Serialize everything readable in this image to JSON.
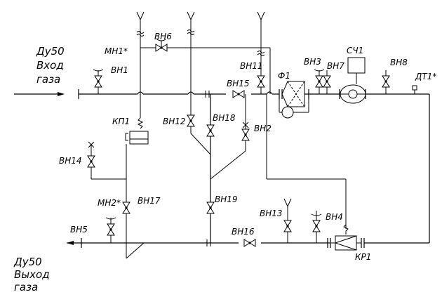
{
  "inlet": {
    "dn": "Ду50",
    "line1": "Вход",
    "line2": "газа"
  },
  "outlet": {
    "dn": "Ду50",
    "line1": "Выход",
    "line2": "газа"
  },
  "labels": {
    "vn1": "ВН1",
    "vn2": "ВН2",
    "vn3": "ВН3",
    "vn4": "ВН4",
    "vn5": "ВН5",
    "vn6": "ВН6",
    "vn7": "ВН7",
    "vn8": "ВН8",
    "vn11": "ВН11",
    "vn12": "ВН12",
    "vn13": "ВН13",
    "vn14": "ВН14",
    "vn15": "ВН15",
    "vn16": "ВН16",
    "vn17": "ВН17",
    "vn18": "ВН18",
    "vn19": "ВН19",
    "mn1": "МН1*",
    "mn2": "МН2*",
    "kp1": "КП1",
    "kr1": "КР1",
    "f1": "Ф1",
    "sch1": "СЧ1",
    "dt1": "ДТ1*"
  }
}
